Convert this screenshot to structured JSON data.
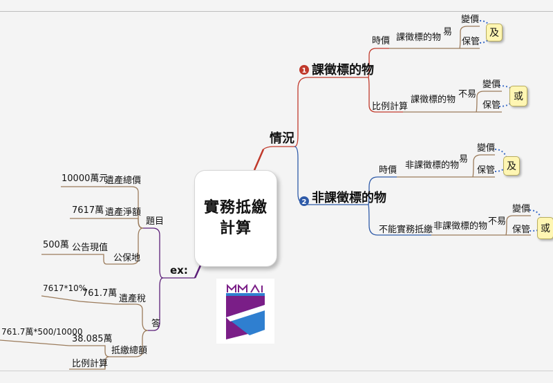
{
  "root": {
    "title": "實務抵繳計算"
  },
  "situation": {
    "label": "情況",
    "branch1": {
      "number": "1",
      "label": "課徵標的物",
      "market": {
        "label": "時價",
        "item": "課徵標的物",
        "cond": "易",
        "a": "變價",
        "b": "保管",
        "link": "及"
      },
      "ratio": {
        "label": "比例計算",
        "item": "課徵標的物",
        "cond": "不易",
        "a": "變價",
        "b": "保管",
        "link": "或"
      }
    },
    "branch2": {
      "number": "2",
      "label": "非課徵標的物",
      "market": {
        "label": "時價",
        "item": "非課徵標的物",
        "cond": "易",
        "a": "變價",
        "b": "保管",
        "link": "及"
      },
      "cannot": {
        "label": "不能實務抵繳",
        "item": "非課徵標的物",
        "cond": "不易",
        "a": "變價",
        "b": "保管",
        "link": "或"
      }
    }
  },
  "example": {
    "label": "ex:",
    "question": {
      "label": "題目",
      "total": {
        "label": "遺產總價",
        "value": "10000萬元"
      },
      "net": {
        "label": "遺產淨額",
        "value": "7617萬"
      },
      "land": {
        "label": "公保地",
        "sub": "公告現值",
        "value": "500萬"
      }
    },
    "answer": {
      "label": "答",
      "tax": {
        "label": "遺產稅",
        "value": "761.7萬",
        "formula": "7617*10%"
      },
      "offset": {
        "label": "抵繳總額",
        "value": "38.085萬",
        "formula": "761.7萬*500/10000",
        "method": "比例計算"
      }
    }
  },
  "colors": {
    "branch_top": "#c0392b",
    "branch_bottom": "#2e5aa8",
    "branch_example": "#5b1e78",
    "leaf_line": "#9b7b5b",
    "link_dots": "#3b6cc7",
    "note_fill": "#fff6b3",
    "logo_purple": "#7a1e87",
    "logo_blue": "#2f7fd0"
  },
  "logo": {
    "icon": "university-shield-logo"
  }
}
